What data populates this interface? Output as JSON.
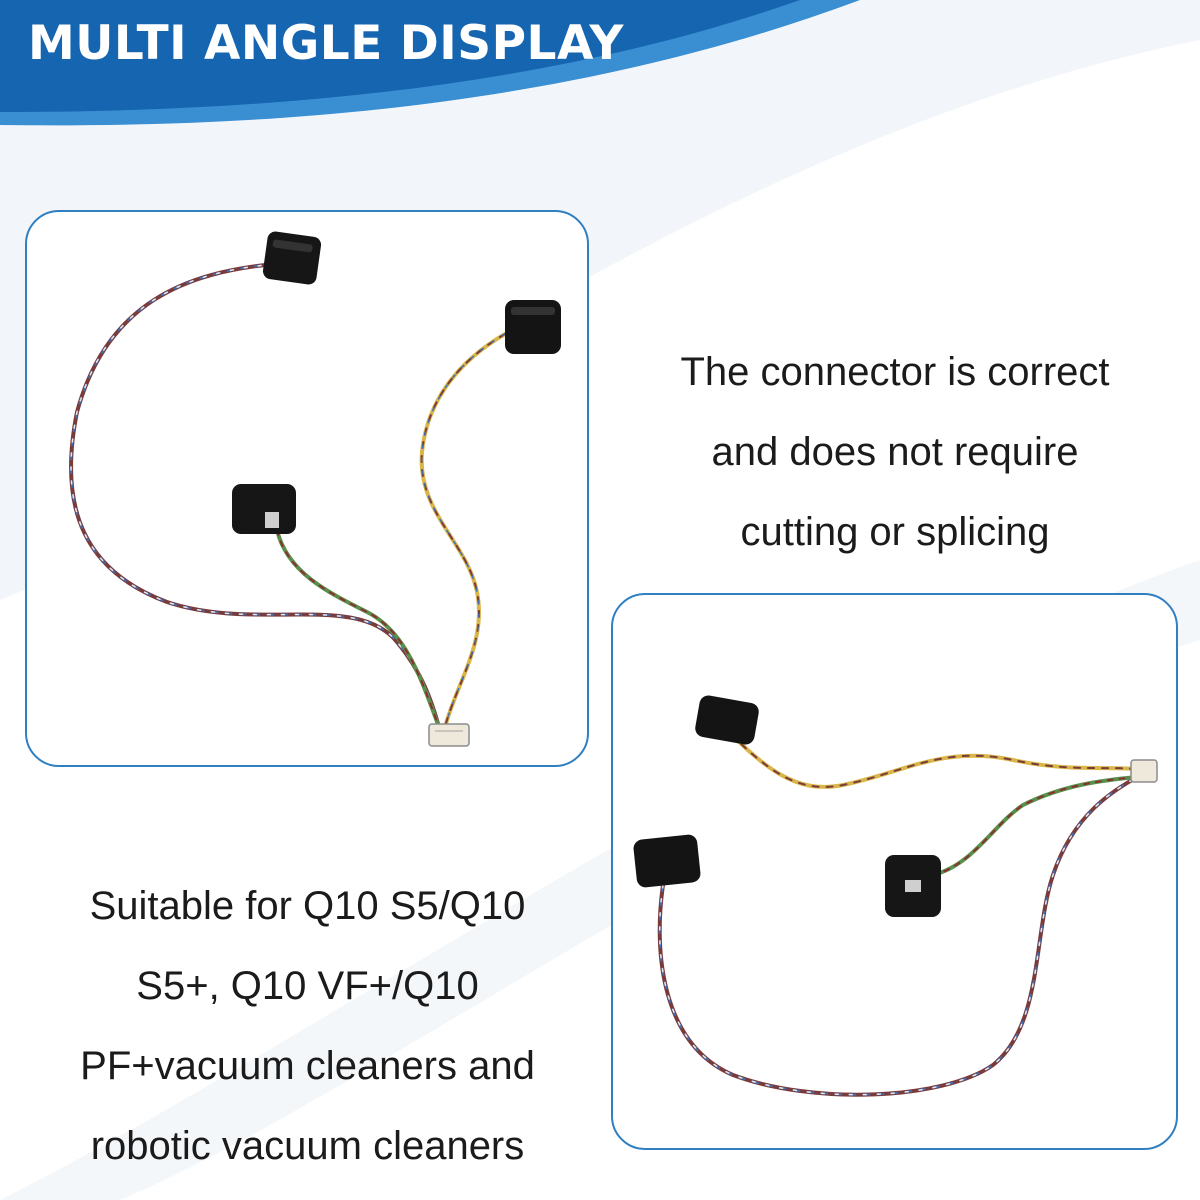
{
  "banner": {
    "title": "MULTI ANGLE DISPLAY",
    "fill_color": "#1565b0",
    "accent_color": "#3a8fd2"
  },
  "panels": [
    {
      "image_subject": "wire-harness-three-connectors-front-view",
      "border_color": "#2f7fc1"
    },
    {
      "image_subject": "wire-harness-three-connectors-angled-view",
      "border_color": "#2f7fc1"
    }
  ],
  "captions": {
    "connector": {
      "lines": [
        "The connector is correct",
        "and does not require",
        "cutting or splicing"
      ]
    },
    "compatibility": {
      "lines": [
        "Suitable for Q10 S5/Q10",
        "S5+, Q10 VF+/Q10",
        "PF+vacuum cleaners and",
        "robotic vacuum cleaners"
      ]
    }
  }
}
